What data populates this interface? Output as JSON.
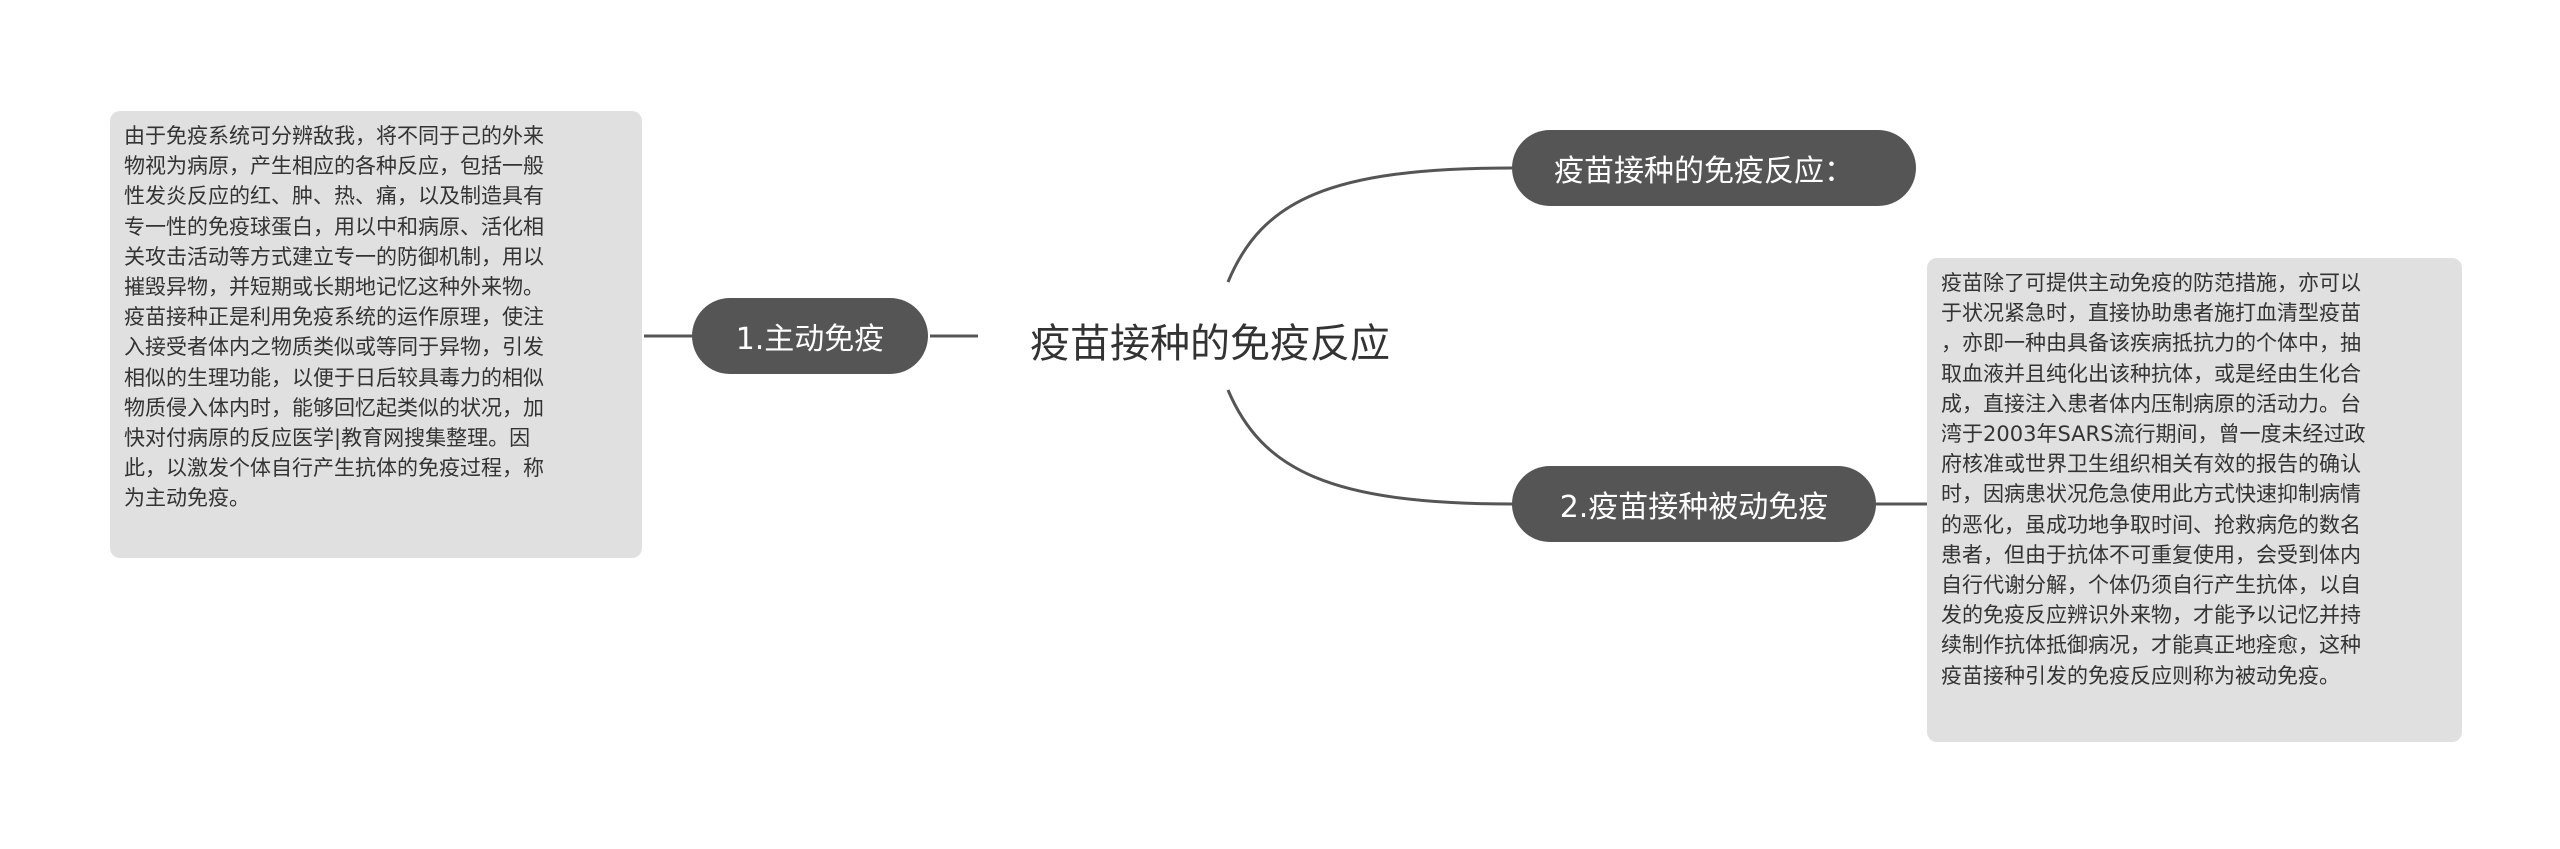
{
  "central_topic": "疫苗接种的免疫反应",
  "branches": {
    "active": {
      "label": "1.主动免疫"
    },
    "intro": {
      "label": "疫苗接种的免疫反应："
    },
    "passive": {
      "label": "2.疫苗接种被动免疫"
    }
  },
  "notes": {
    "active": "由于免疫系统可分辨敌我，将不同于己的外来\n物视为病原，产生相应的各种反应，包括一般\n性发炎反应的红、肿、热、痛，以及制造具有\n专一性的免疫球蛋白，用以中和病原、活化相\n关攻击活动等方式建立专一的防御机制，用以\n摧毁异物，并短期或长期地记忆这种外来物。\n疫苗接种正是利用免疫系统的运作原理，使注\n入接受者体内之物质类似或等同于异物，引发\n相似的生理功能，以便于日后较具毒力的相似\n物质侵入体内时，能够回忆起类似的状况，加\n快对付病原的反应医学|教育网搜集整理。因\n此，以激发个体自行产生抗体的免疫过程，称\n为主动免疫。",
    "passive": "疫苗除了可提供主动免疫的防范措施，亦可以\n于状况紧急时，直接协助患者施打血清型疫苗\n，亦即一种由具备该疾病抵抗力的个体中，抽\n取血液并且纯化出该种抗体，或是经由生化合\n成，直接注入患者体内压制病原的活动力。台\n湾于2003年SARS流行期间，曾一度未经过政\n府核准或世界卫生组织相关有效的报告的确认\n时，因病患状况危急使用此方式快速抑制病情\n的恶化，虽成功地争取时间、抢救病危的数名\n患者，但由于抗体不可重复使用，会受到体内\n自行代谢分解，个体仍须自行产生抗体，以自\n发的免疫反应辨识外来物，才能予以记忆并持\n续制作抗体抵御病况，才能真正地痊愈，这种\n疫苗接种引发的免疫反应则称为被动免疫。"
  },
  "colors": {
    "pill": "#555555",
    "note": "#e0e0e0",
    "line": "#555555",
    "text": "#333333"
  }
}
